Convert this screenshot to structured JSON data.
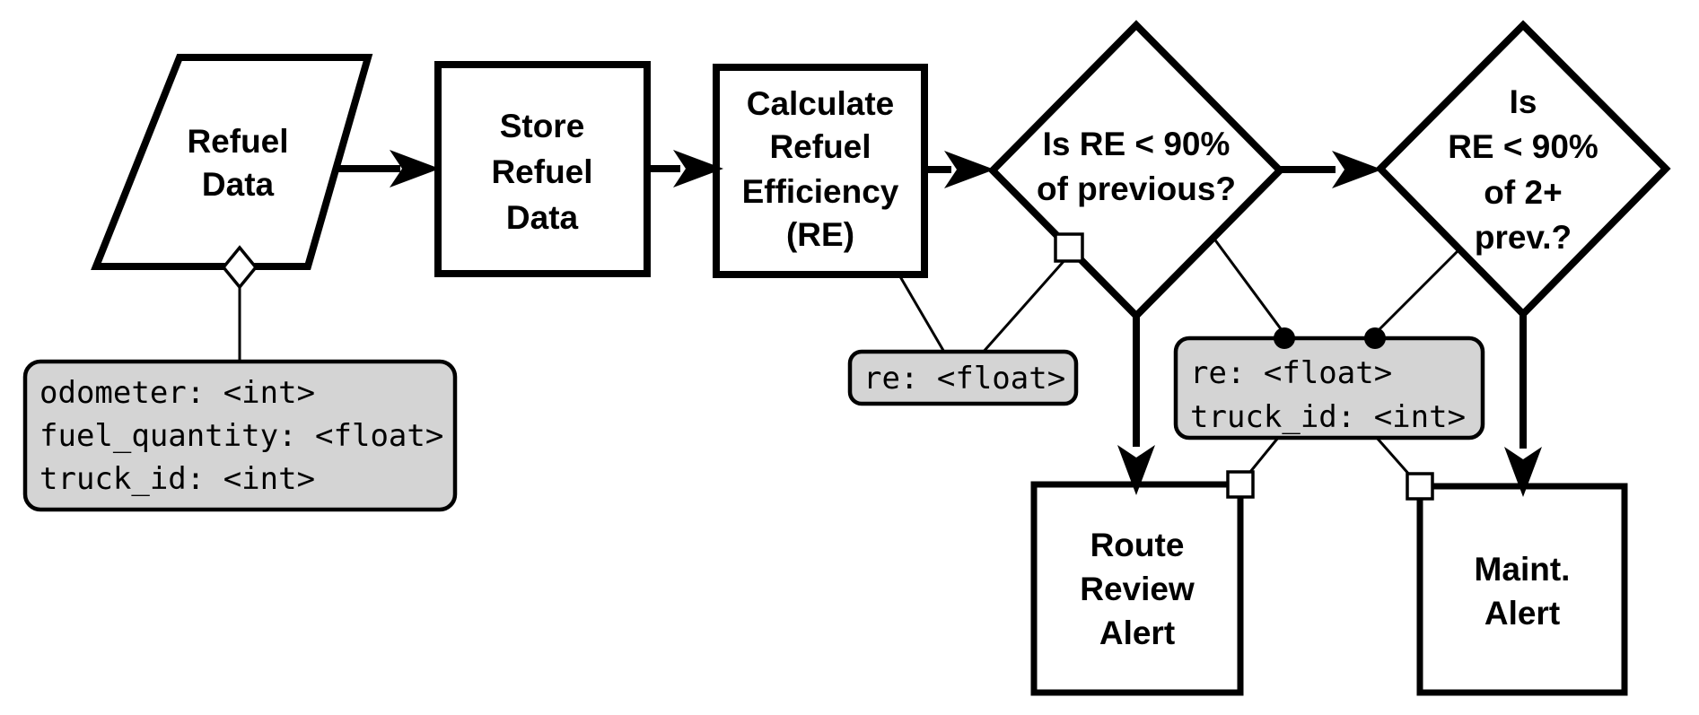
{
  "page": {
    "background": "#ffffff"
  },
  "colors": {
    "stroke": "#000000",
    "shape_fill": "#ffffff",
    "annotation_fill": "#d4d4d4"
  },
  "flowchart": {
    "nodes": {
      "refuel_data": {
        "shape": "parallelogram-input",
        "lines": [
          "Refuel",
          "Data"
        ]
      },
      "store_refuel_data": {
        "shape": "process-rect",
        "lines": [
          "Store",
          "Refuel",
          "Data"
        ]
      },
      "calculate_refuel_efficiency": {
        "shape": "process-rect",
        "lines": [
          "Calculate",
          "Refuel",
          "Efficiency",
          "(RE)"
        ]
      },
      "decision_previous": {
        "shape": "decision-diamond",
        "lines": [
          "Is RE < 90%",
          "of previous?"
        ]
      },
      "decision_two_plus": {
        "shape": "decision-diamond",
        "lines": [
          "Is",
          "RE < 90%",
          "of 2+",
          "prev.?"
        ]
      },
      "route_review_alert": {
        "shape": "process-rect",
        "lines": [
          "Route",
          "Review",
          "Alert"
        ]
      },
      "maint_alert": {
        "shape": "process-rect",
        "lines": [
          "Maint.",
          "Alert"
        ]
      }
    },
    "annotations": {
      "refuel_fields": {
        "lines": [
          "odometer: <int>",
          "fuel_quantity: <float>",
          "truck_id: <int>"
        ]
      },
      "re_field": {
        "lines": [
          "re: <float>"
        ]
      },
      "re_truck_fields": {
        "lines": [
          "re: <float>",
          "truck_id: <int>"
        ]
      }
    }
  }
}
